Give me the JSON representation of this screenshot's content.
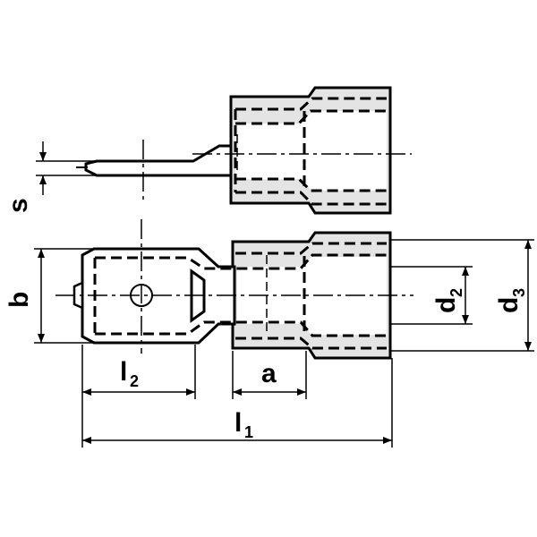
{
  "labels": {
    "s": "s",
    "b": "b",
    "l2": {
      "main": "l",
      "sub": "2"
    },
    "a": "a",
    "l1": {
      "main": "l",
      "sub": "1"
    },
    "d2": {
      "main": "d",
      "sub": "2"
    },
    "d3": {
      "main": "d",
      "sub": "3"
    }
  },
  "colors": {
    "line": "#000000",
    "insulation_fill": "#e4e4e4",
    "background": "#ffffff"
  }
}
